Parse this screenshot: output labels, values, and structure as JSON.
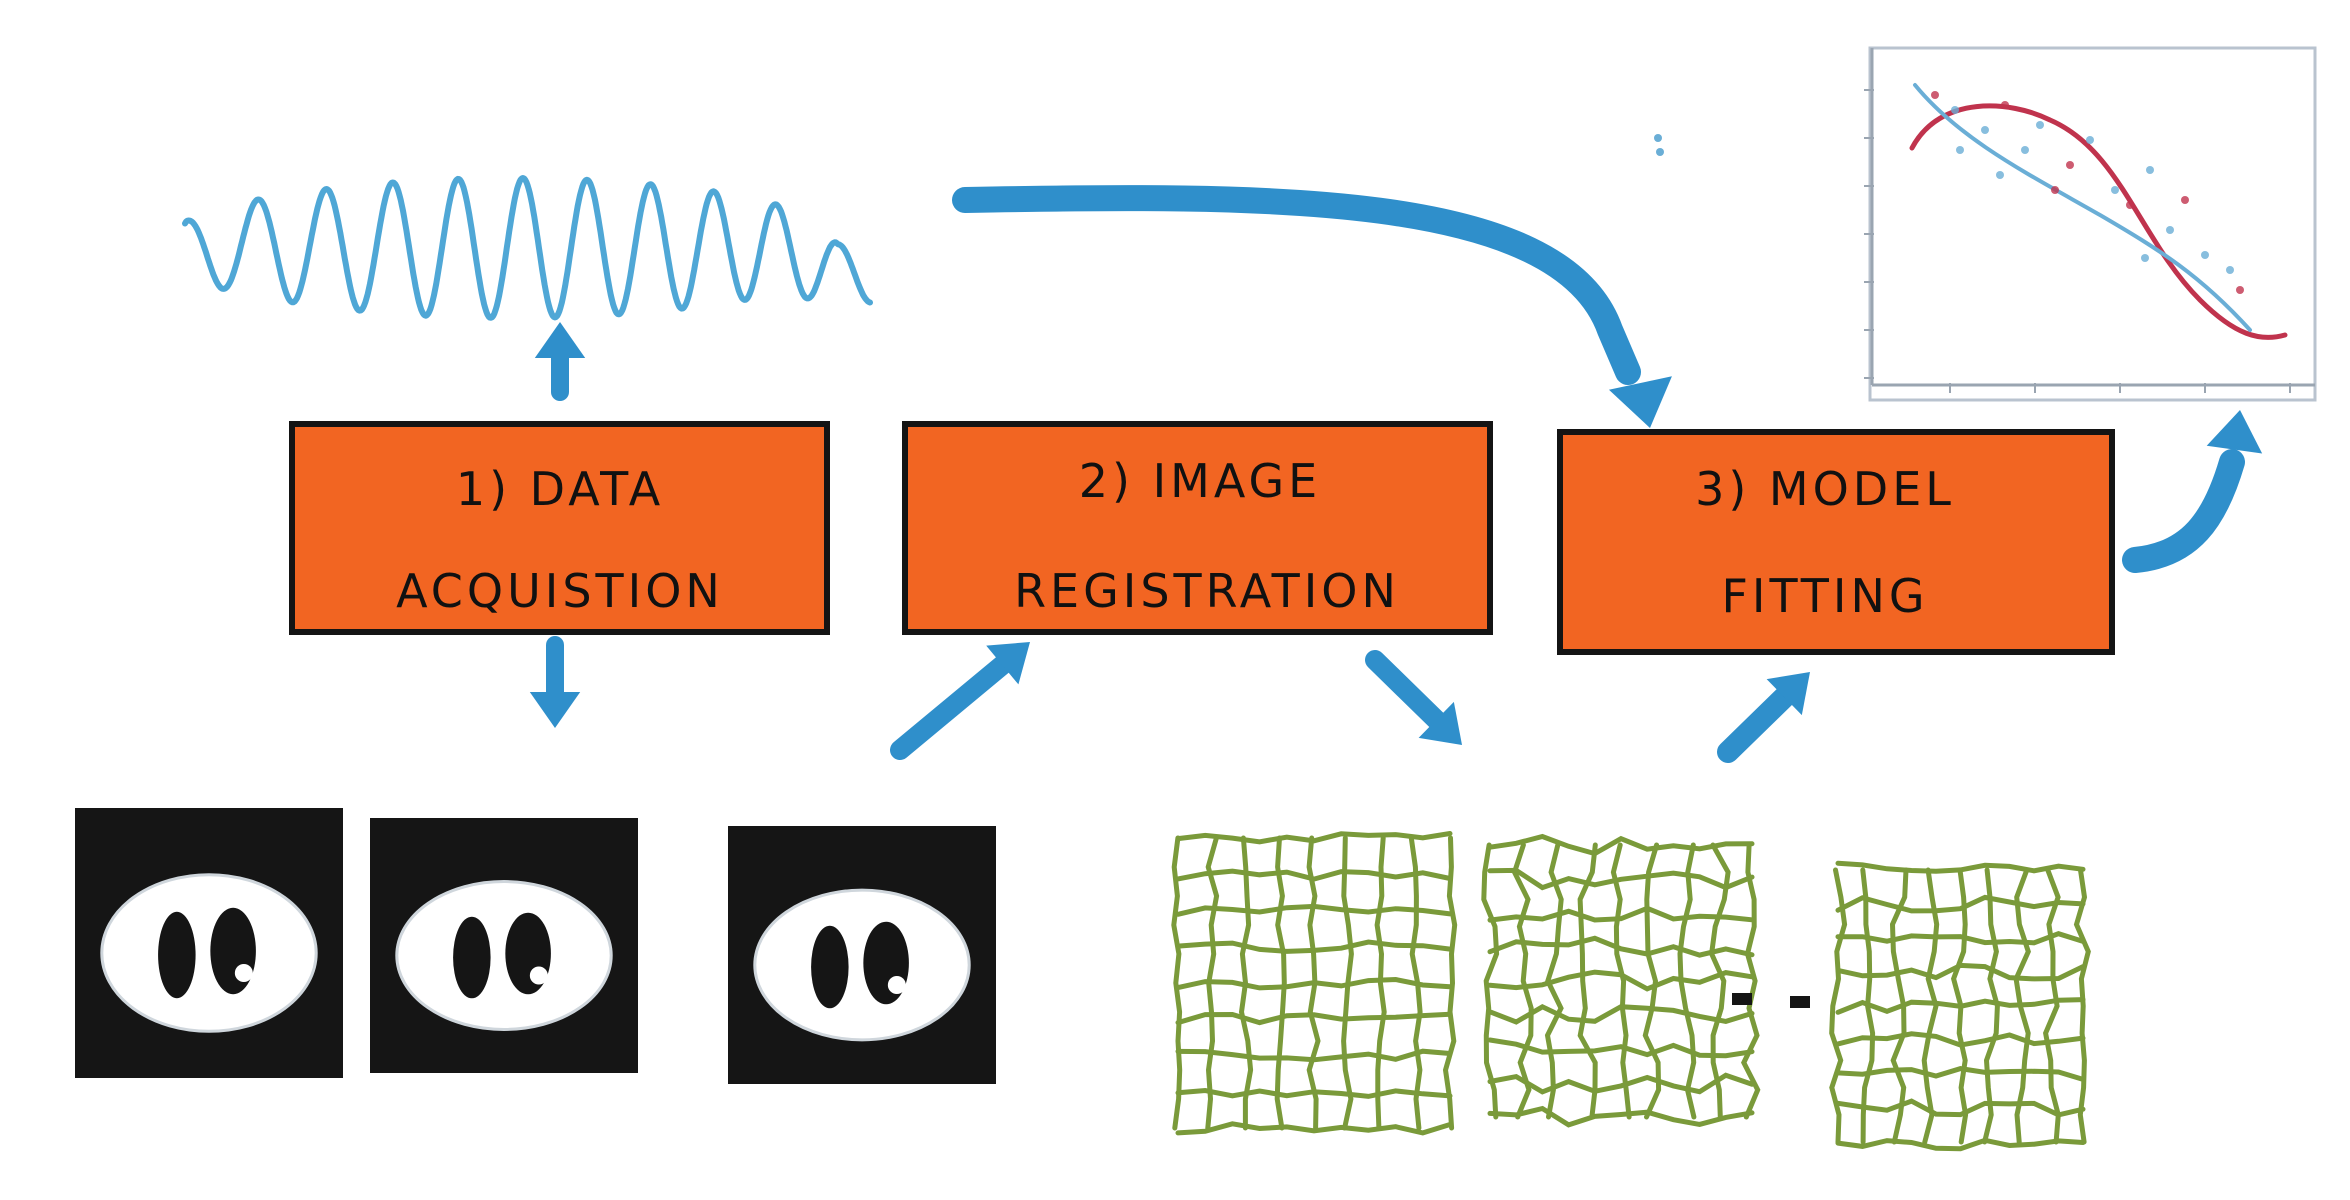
{
  "steps": [
    {
      "line1": "1) DATA",
      "line2": "ACQUISTION"
    },
    {
      "line1": "2) IMAGE",
      "line2": "REGISTRATION"
    },
    {
      "line1": "3) MODEL",
      "line2": "FITTING"
    }
  ],
  "colors": {
    "box_fill": "#f26522",
    "box_stroke": "#141414",
    "arrow": "#2f8fcb",
    "signal": "#4fa7d6",
    "mri_black": "#151515",
    "grid": "#7a9a3a",
    "curve_red": "#c0334d",
    "curve_blue": "#6aaed6"
  },
  "icons": [
    "signal-wave-icon",
    "mri-slice-icon",
    "deformation-grid-icon",
    "fit-plot-icon",
    "flow-arrow-icon"
  ]
}
